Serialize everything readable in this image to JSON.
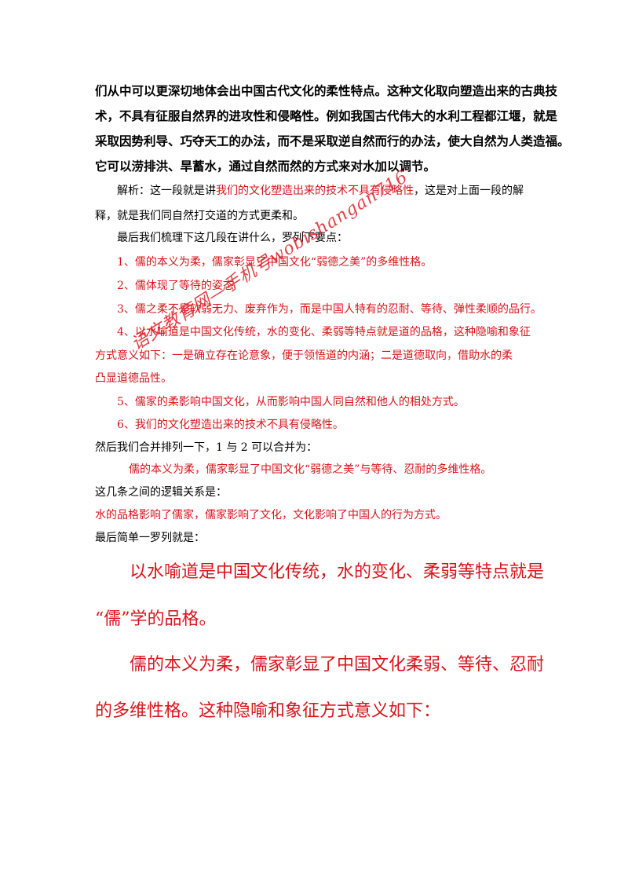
{
  "colors": {
    "text": "#000000",
    "red": "#d8141c",
    "background": "#ffffff"
  },
  "intro": {
    "line1": "们从中可以更深切地体会出中国古代文化的柔性特点。这种文化取向塑造出来的古典技",
    "line2": "术，不具有征服自然界的进攻性和侵略性。例如我国古代伟大的水利工程都江堰，就是",
    "line3": "采取因势利导、巧夺天工的办法，而不是采取逆自然而行的办法，使大自然为人类造福。",
    "line4": "它可以涝排洪、旱蓄水，通过自然而然的方式来对水加以调节。"
  },
  "analysis": {
    "prefix": "解析：这一段就是讲",
    "highlight": "我们的文化塑造出来的技术不具有侵略性",
    "suffix": "，这是对上面一段的解",
    "line2": "释，就是我们同自然打交道的方式更柔和。"
  },
  "summary_intro": "最后我们梳理下这几段在讲什么，罗列下要点：",
  "points": {
    "p1": "1、儒的本义为柔，儒家彰显了中国文化“弱德之美”的多维性格。",
    "p2": "2、儒体现了等待的姿态",
    "p3": "3、儒之柔不是软弱无力、废弃作为，而是中国人特有的忍耐、等待、弹性柔顺的品行。",
    "p4_line1": "4、以水喻道是中国文化传统，水的变化、柔弱等特点就是道的品格，这种隐喻和象征",
    "p4_line2": "方式意义如下：一是确立存在论意象，便于领悟道的内涵；二是道德取向，借助水的柔",
    "p4_line3": "凸显道德品性。",
    "p5": "5、儒家的柔影响中国文化，从而影响中国人同自然和他人的相处方式。",
    "p6": "6、我们的文化塑造出来的技术不具有侵略性。"
  },
  "merge": {
    "intro": "然后我们合并排列一下，1 与 2 可以合并为：",
    "merged": "儒的本义为柔，儒家彰显了中国文化“弱德之美”与等待、忍耐的多维性格。"
  },
  "logic": {
    "intro": "这几条之间的逻辑关系是：",
    "chain": "水的品格影响了儒家，儒家影响了文化，文化影响了中国人的行为方式。"
  },
  "final": {
    "intro": "最后简单一罗列就是：",
    "big1_line1": "以水喻道是中国文化传统，水的变化、柔弱等特点就是",
    "big1_line2": "“儒”学的品格。",
    "big2_line1": "儒的本义为柔，儒家彰显了中国文化柔弱、等待、忍耐",
    "big2_line2": "的多维性格。这种隐喻和象征方式意义如下："
  },
  "watermark": "语文教育网—手机号wobishangan716"
}
